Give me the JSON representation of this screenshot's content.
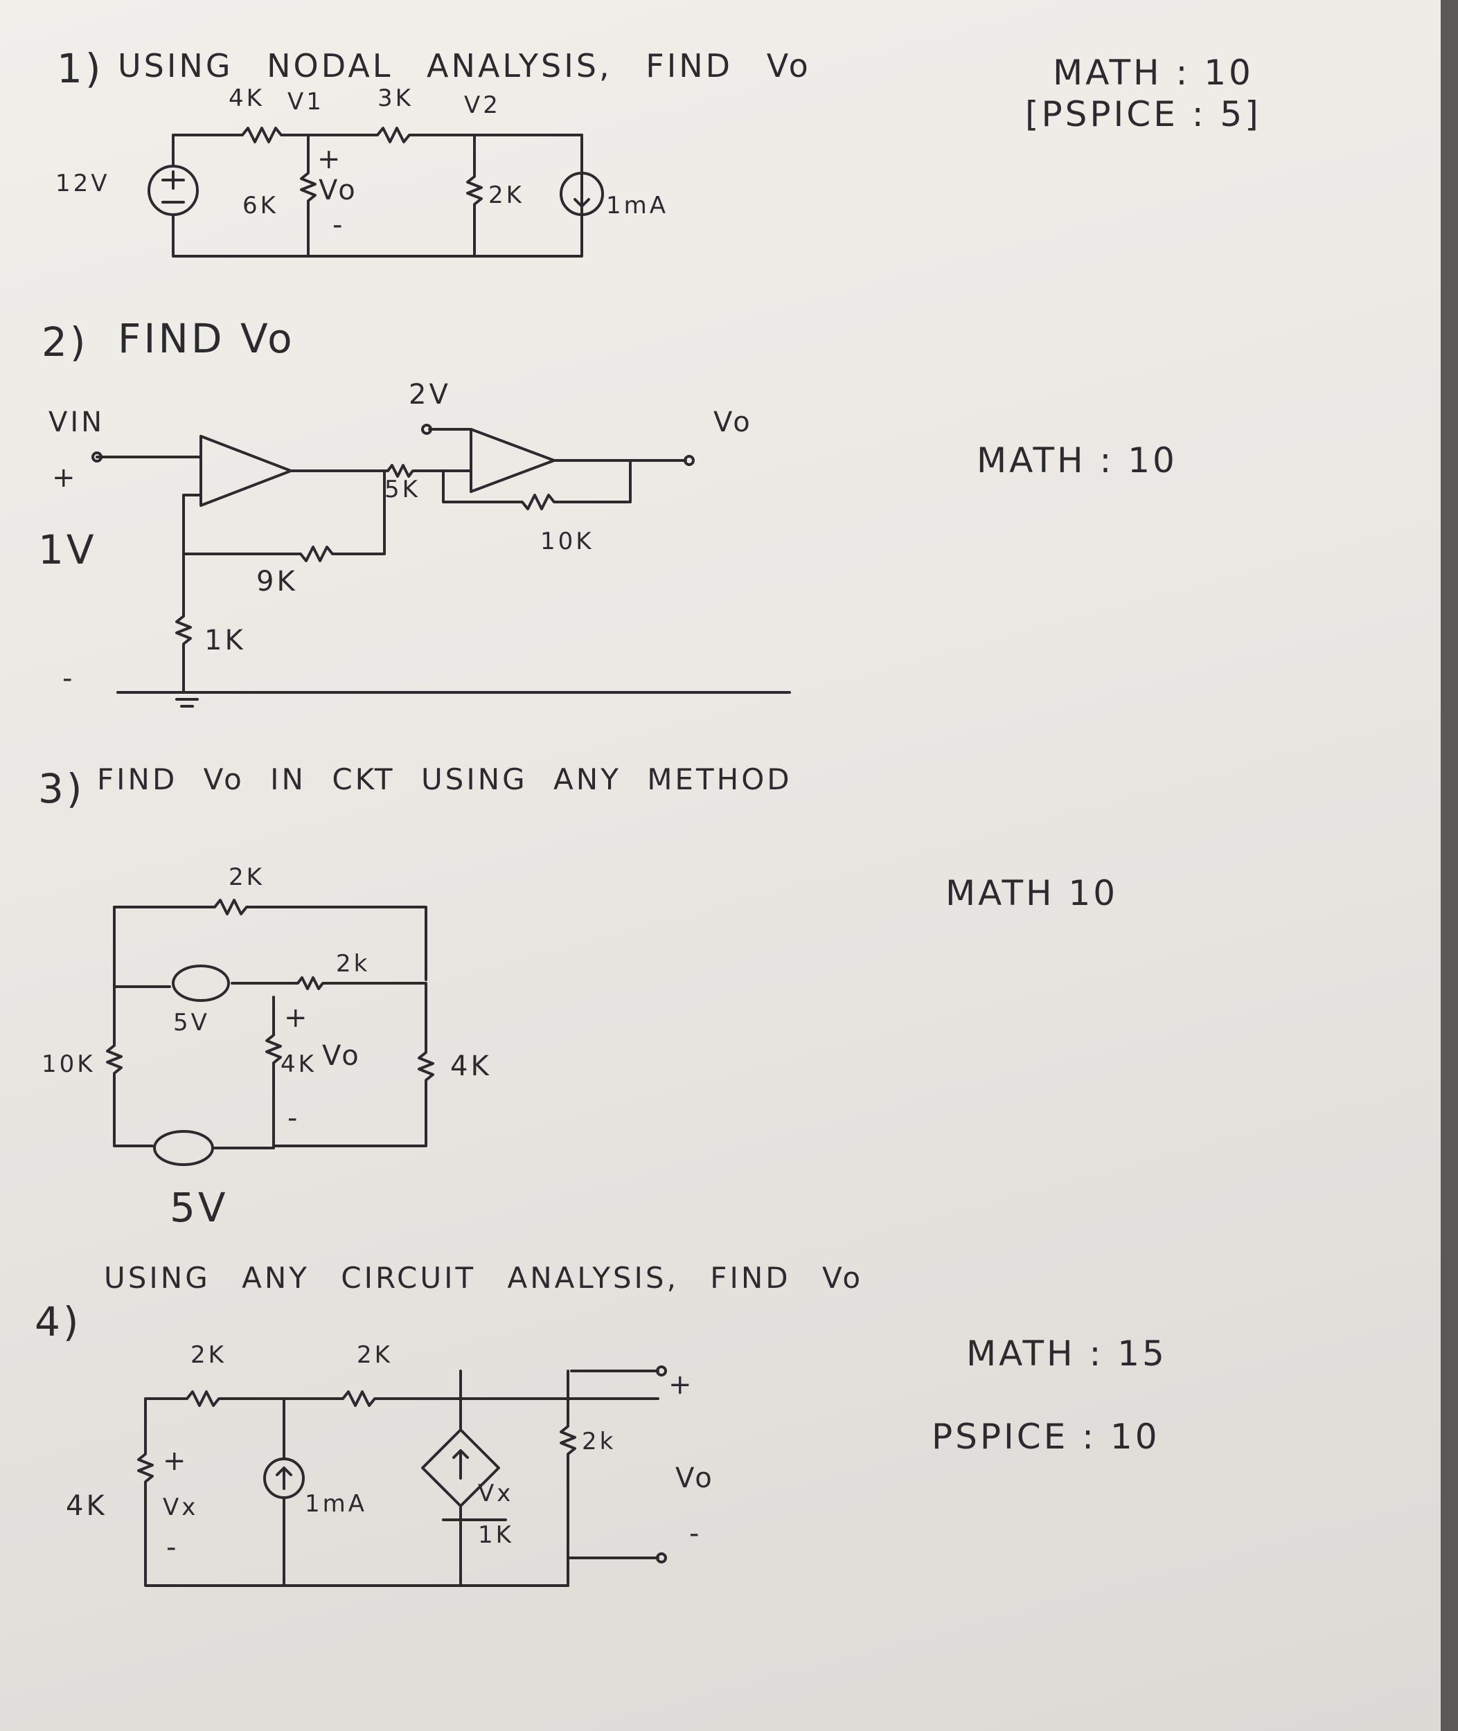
{
  "problems": [
    {
      "number": "1)",
      "heading": "USING NODAL ANALYSIS, FIND Vo",
      "score_line1": "MATH : 10",
      "score_line2": "[PSPICE : 5]",
      "labels": {
        "r1": "4K",
        "v1": "V1",
        "r2": "3K",
        "v2": "V2",
        "source": "12V",
        "r_shunt": "6K",
        "vo": "Vo",
        "plus": "+",
        "minus": "-",
        "r_right": "2K",
        "current": "1mA"
      }
    },
    {
      "number": "2)",
      "heading": "FIND Vo",
      "score_line1": "MATH : 10",
      "labels": {
        "vin": "VIN",
        "plus": "+",
        "vin_value": "1V",
        "minus": "-",
        "ref_voltage": "2V",
        "r_in": "5K",
        "r_feedback": "10K",
        "r_top": "9K",
        "r_bottom": "1K",
        "vo": "Vo"
      }
    },
    {
      "number": "3)",
      "heading": "FIND Vo IN CKT USING ANY METHOD",
      "score_line1": "MATH 10",
      "labels": {
        "r_top": "2K",
        "r_mid": "2k",
        "src_top": "5V",
        "r_left": "10K",
        "r_center": "4K",
        "vo": "Vo",
        "plus": "+",
        "minus": "-",
        "r_right": "4K",
        "src_bottom": "5V"
      }
    },
    {
      "number": "4)",
      "heading": "USING ANY CIRCUIT ANALYSIS, FIND Vo",
      "score_line1": "MATH : 15",
      "score_line2": "PSPICE : 10",
      "labels": {
        "r1": "2K",
        "r2": "2K",
        "r_left": "4K",
        "vx": "Vx",
        "plus": "+",
        "minus": "-",
        "current": "1mA",
        "dep_num": "Vx",
        "dep_den": "1K",
        "r_right": "2k",
        "vo": "Vo"
      }
    }
  ]
}
